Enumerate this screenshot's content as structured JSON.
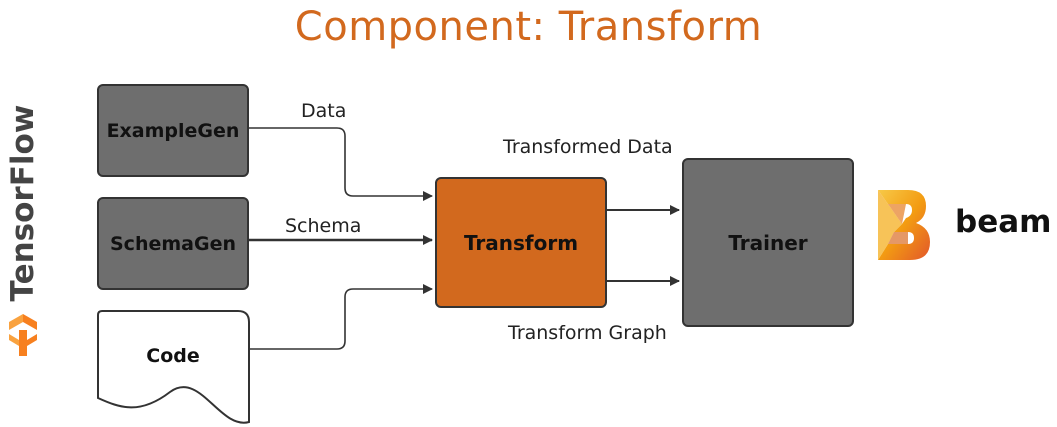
{
  "title": "Component: Transform",
  "colors": {
    "title": "#d2691e",
    "transform_box": "#d2691e",
    "gray_box": "#6e6e6e",
    "tensorflow_orange": "#f7801f"
  },
  "nodes": {
    "example_gen": "ExampleGen",
    "schema_gen": "SchemaGen",
    "code": "Code",
    "transform": "Transform",
    "trainer": "Trainer"
  },
  "edges": {
    "data": "Data",
    "schema": "Schema",
    "transformed_data": "Transformed Data",
    "transform_graph": "Transform Graph"
  },
  "logos": {
    "tensorflow": "TensorFlow",
    "beam": "beam"
  }
}
